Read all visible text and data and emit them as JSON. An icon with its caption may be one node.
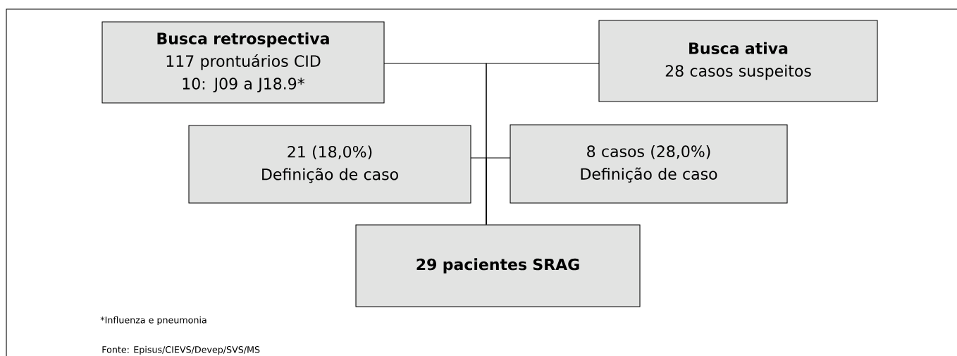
{
  "diagram": {
    "nodes": [
      {
        "text": [
          "Busca retrospectiva",
          "117 prontuários CID 10: J09 a J18.9*"
        ]
      },
      {
        "text": [
          "Busca ativa",
          "28 casos suspeitos"
        ]
      },
      {
        "text": [
          "21 (18,0%) Definição de caso"
        ]
      },
      {
        "text": [
          "8 casos (28,0%) Definição de caso"
        ]
      },
      {
        "text": [
          "29 pacientes SRAG"
        ]
      }
    ],
    "edges": [
      {
        "from": 0,
        "to": 4,
        "arrow": "none"
      },
      {
        "from": 1,
        "to": 4,
        "arrow": "none"
      },
      {
        "from": 2,
        "to": 4,
        "arrow": "none"
      },
      {
        "from": 3,
        "to": 4,
        "arrow": "none"
      }
    ],
    "labels": [
      "*Influenza e pneumonia",
      "Fonte: Episus/CIEVS/Devep/SVS/MS"
    ]
  }
}
